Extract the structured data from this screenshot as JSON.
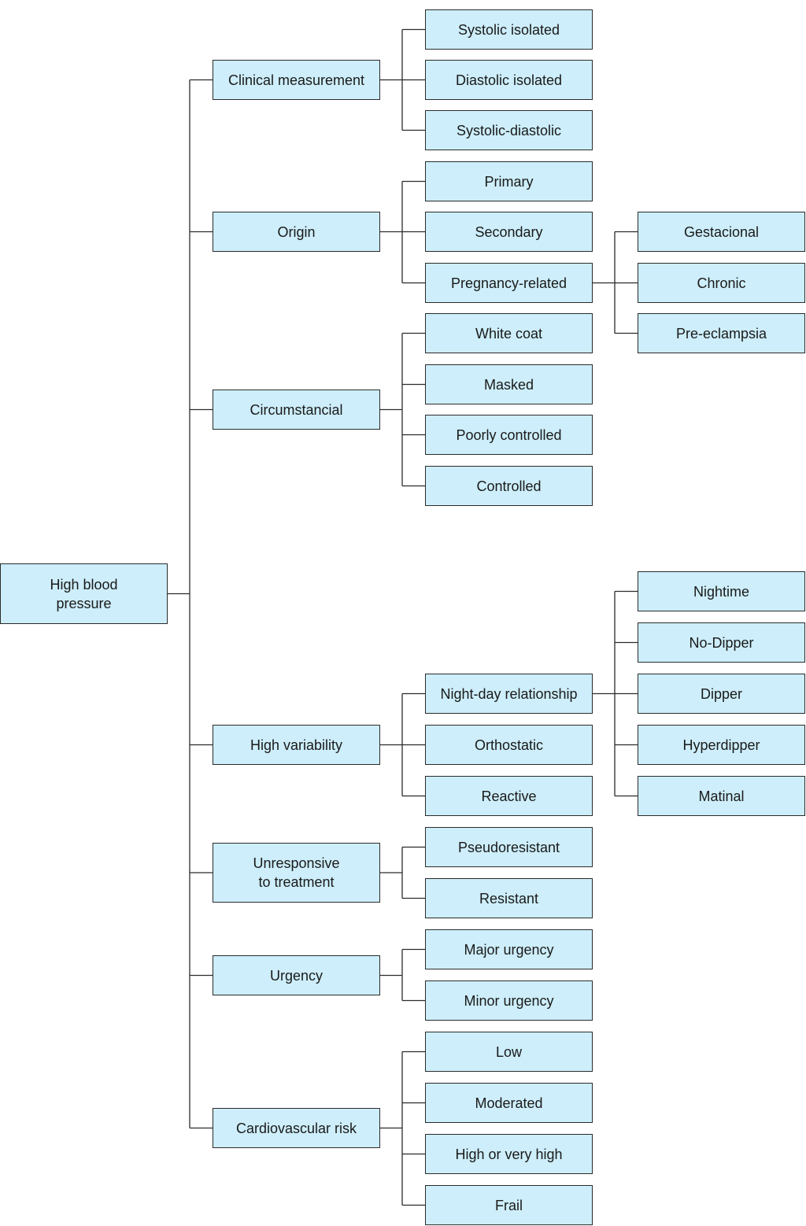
{
  "colors": {
    "box_fill": "#cdeefa",
    "box_border": "#2b2b2b",
    "line": "#2b2b2b"
  },
  "diagram": {
    "label": "High blood\npressure",
    "children": [
      {
        "label": "Clinical measurement",
        "children": [
          {
            "label": "Systolic isolated"
          },
          {
            "label": "Diastolic isolated"
          },
          {
            "label": "Systolic-diastolic"
          }
        ]
      },
      {
        "label": "Origin",
        "children": [
          {
            "label": "Primary"
          },
          {
            "label": "Secondary"
          },
          {
            "label": "Pregnancy-related",
            "children": [
              {
                "label": "Gestacional"
              },
              {
                "label": "Chronic"
              },
              {
                "label": "Pre-eclampsia"
              }
            ]
          }
        ]
      },
      {
        "label": "Circumstancial",
        "children": [
          {
            "label": "White coat"
          },
          {
            "label": "Masked"
          },
          {
            "label": "Poorly controlled"
          },
          {
            "label": "Controlled"
          }
        ]
      },
      {
        "label": "High variability",
        "children": [
          {
            "label": "Night-day relationship",
            "children": [
              {
                "label": "Nightime"
              },
              {
                "label": "No-Dipper"
              },
              {
                "label": "Dipper"
              },
              {
                "label": "Hyperdipper"
              },
              {
                "label": "Matinal"
              }
            ]
          },
          {
            "label": "Orthostatic"
          },
          {
            "label": "Reactive"
          }
        ]
      },
      {
        "label": "Unresponsive\nto treatment",
        "children": [
          {
            "label": "Pseudoresistant"
          },
          {
            "label": "Resistant"
          }
        ]
      },
      {
        "label": "Urgency",
        "children": [
          {
            "label": "Major urgency"
          },
          {
            "label": "Minor urgency"
          }
        ]
      },
      {
        "label": "Cardiovascular risk",
        "children": [
          {
            "label": "Low"
          },
          {
            "label": "Moderated"
          },
          {
            "label": "High or very high"
          },
          {
            "label": "Frail"
          }
        ]
      }
    ]
  }
}
